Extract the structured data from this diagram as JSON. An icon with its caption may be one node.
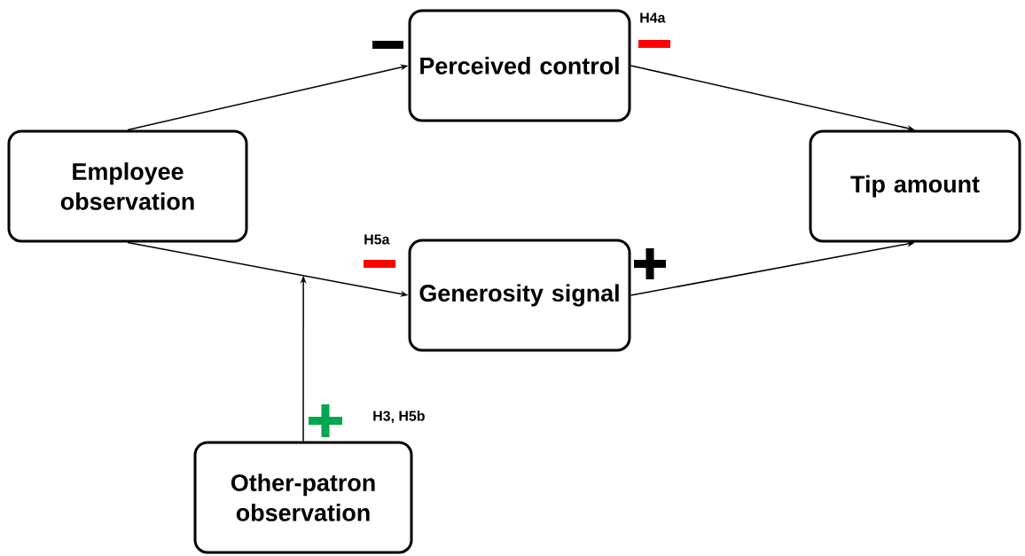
{
  "diagram": {
    "nodes": [
      {
        "text": [
          "Perceived control"
        ]
      },
      {
        "text": [
          "Employee observation"
        ]
      },
      {
        "text": [
          "Tip amount"
        ]
      },
      {
        "text": [
          "Generosity signal"
        ]
      },
      {
        "text": [
          "Other-patron observation"
        ]
      }
    ],
    "edges": [
      {
        "from": 1,
        "to": 0,
        "arrow": "to"
      },
      {
        "from": 0,
        "to": 2,
        "arrow": "to"
      },
      {
        "from": 1,
        "to": 3,
        "arrow": "to"
      },
      {
        "from": 3,
        "to": 2,
        "arrow": "to"
      },
      {
        "from": 4,
        "to": null,
        "arrow": "to"
      }
    ],
    "labels": [
      "H4a",
      "H5a",
      "H3, H5b"
    ]
  }
}
